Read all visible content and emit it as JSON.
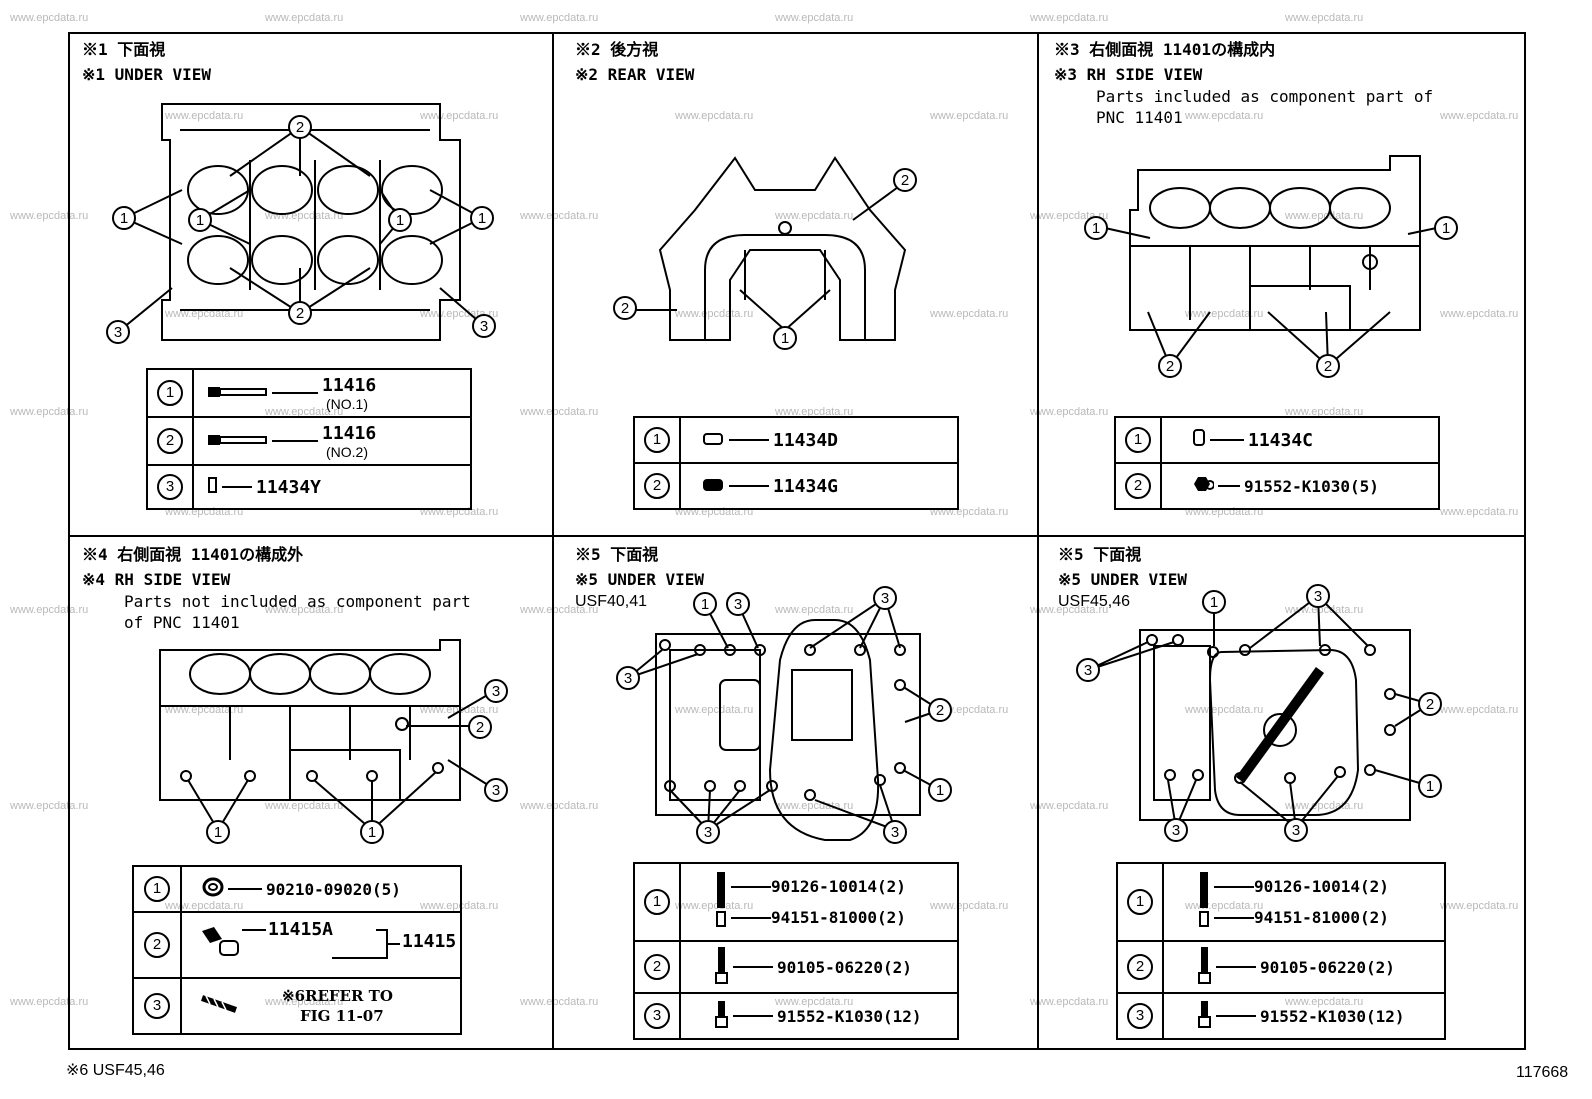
{
  "watermark": "www.epcdata.ru",
  "footer": {
    "note": "※6 USF45,46",
    "figure_no": "117668"
  },
  "panels": [
    {
      "caption_jp": "※1 下面視",
      "caption_en": "※1 UNDER VIEW",
      "legend": [
        {
          "idx": "1",
          "part": "11416",
          "sub": "(NO.1)",
          "icon": "bolt-icon"
        },
        {
          "idx": "2",
          "part": "11416",
          "sub": "(NO.2)",
          "icon": "bolt-icon"
        },
        {
          "idx": "3",
          "part": "11434Y",
          "icon": "pin-icon"
        }
      ]
    },
    {
      "caption_jp": "※2 後方視",
      "caption_en": "※2 REAR VIEW",
      "legend": [
        {
          "idx": "1",
          "part": "11434D",
          "icon": "pin-icon"
        },
        {
          "idx": "2",
          "part": "11434G",
          "icon": "pin-icon"
        }
      ]
    },
    {
      "caption_jp": "※3 右側面視 11401の構成内",
      "caption_en": "※3 RH SIDE VIEW",
      "note": [
        "Parts included as component part of",
        "PNC 11401"
      ],
      "legend": [
        {
          "idx": "1",
          "part": "11434C",
          "icon": "pin-icon"
        },
        {
          "idx": "2",
          "part": "91552-K1030(5)",
          "icon": "nut-icon"
        }
      ]
    },
    {
      "caption_jp": "※4 右側面視 11401の構成外",
      "caption_en": "※4 RH SIDE VIEW",
      "note": [
        "Parts not included as component part",
        "of PNC 11401"
      ],
      "legend": [
        {
          "idx": "1",
          "part": "90210-09020(5)",
          "icon": "washer-icon"
        },
        {
          "idx": "2",
          "part_a": "11415A",
          "part_b": "11415",
          "icon": "plug-icon"
        },
        {
          "idx": "3",
          "ref_a": "※6REFER TO",
          "ref_b": "FIG 11-07",
          "icon": "stud-icon"
        }
      ]
    },
    {
      "caption_jp": "※5 下面視",
      "caption_en": "※5 UNDER VIEW",
      "variant": "USF40,41",
      "legend": [
        {
          "idx": "1",
          "part": "90126-10014(2)",
          "part2": "94151-81000(2)",
          "icon": "stud-icon"
        },
        {
          "idx": "2",
          "part": "90105-06220(2)",
          "icon": "bolt-icon"
        },
        {
          "idx": "3",
          "part": "91552-K1030(12)",
          "icon": "bolt-icon"
        }
      ]
    },
    {
      "caption_jp": "※5 下面視",
      "caption_en": "※5 UNDER VIEW",
      "variant": "USF45,46",
      "legend": [
        {
          "idx": "1",
          "part": "90126-10014(2)",
          "part2": "94151-81000(2)",
          "icon": "stud-icon"
        },
        {
          "idx": "2",
          "part": "90105-06220(2)",
          "icon": "bolt-icon"
        },
        {
          "idx": "3",
          "part": "91552-K1030(12)",
          "icon": "bolt-icon"
        }
      ]
    }
  ]
}
